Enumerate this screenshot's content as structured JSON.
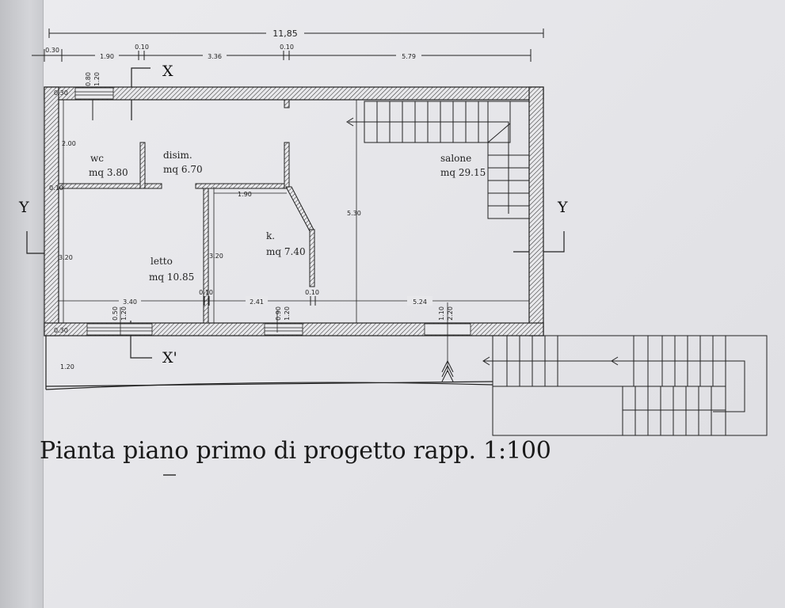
{
  "caption": "Pianta piano primo di progetto rapp. 1:100",
  "overall_dimension": "11,85",
  "top_dimensions": [
    "0.30",
    "1.90",
    "0.10",
    "3.36",
    "0.10",
    "5.79"
  ],
  "window_dimensions": {
    "top_left": [
      "0.80",
      "1.20"
    ],
    "bottom_left": [
      "0.50",
      "1.20"
    ],
    "bottom_mid": [
      "0.90",
      "1.20"
    ],
    "bottom_right": [
      "1.10",
      "2.20"
    ]
  },
  "interior_dimensions": {
    "wall_top": "0.30",
    "wc_height": "2.00",
    "partition": "0.10",
    "letto_height": "3.20",
    "wall_bottom": "0.30",
    "balcony": "1.20",
    "corridor_height": "3.20",
    "kitchen_width": "1.90",
    "salone_height": "5.30",
    "bottom_run": [
      "3.40",
      "0.10",
      "2.41",
      "0.10",
      "5.24"
    ]
  },
  "rooms": [
    {
      "name": "wc",
      "area": "mq 3.80"
    },
    {
      "name": "disim.",
      "area": "mq 6.70"
    },
    {
      "name": "salone",
      "area": "mq 29.15"
    },
    {
      "name": "letto",
      "area": "mq 10.85"
    },
    {
      "name": "k.",
      "area": "mq 7.40"
    }
  ],
  "section_labels": {
    "x_top": "X",
    "x_bottom": "X'",
    "y_left": "Y",
    "y_right": "Y"
  }
}
